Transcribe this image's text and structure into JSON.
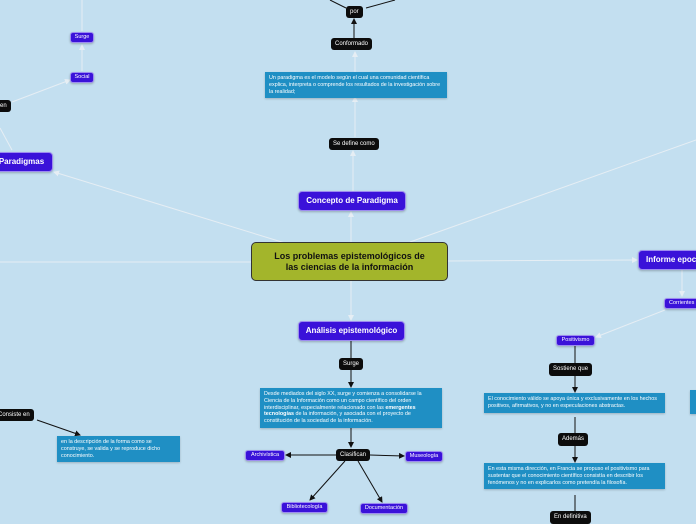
{
  "central": {
    "line1": "Los problemas epistemológicos de",
    "line2": "las ciencias de la información"
  },
  "top": {
    "por": "por",
    "conformado": "Conformado"
  },
  "concepto": {
    "definition": "Un paradigma es el modelo según el cual una comunidad científica explica, interpreta o comprende los resultados de la investigación sobre la realidad;",
    "se_define_como": "Se define como",
    "title": "Concepto de Paradigma"
  },
  "left": {
    "surge": "Surge",
    "social": "Social",
    "en": "en",
    "paradigmas": "Paradigmas",
    "consiste_en": "Consiste en",
    "consiste_text": "en la descripción de la forma como se construye, se valida y se reproduce dicho conocimiento."
  },
  "analisis": {
    "title": "Análisis epistemológico",
    "surge": "Surge",
    "text_pre": "Desde mediados del siglo XX, surge y comienza a consolidarse la Ciencia de la Información como un campo científico del orden interdisciplinar, especialmente relacionado con las ",
    "text_bold": "emergentes tecnologías",
    "text_post": " de la información, y asociada con el proyecto de constitución de la sociedad de la información.",
    "clasifican": "Clasifican",
    "archivistica": "Archivística",
    "museologia": "Museología",
    "bibliotecologia": "Bibliotecología",
    "documentacion": "Documentación"
  },
  "informe": {
    "title": "Informe epoc",
    "corrientes": "Corrientes",
    "positivismo": "Positivismo",
    "sostiene_que": "Sostiene que",
    "text1": "El conocimiento válido se apoya única y exclusivamente en los hechos positivos, afirmativos, y no en especulaciones abstractas.",
    "ademas": "Además",
    "text2": "En esta misma dirección, en Francia se propuso el positivismo para sustentar que el conocimiento científico consistía en describir los fenómenos y no en explicarlos como pretendía la filosofía.",
    "en_definitiva": "En definitiva"
  }
}
